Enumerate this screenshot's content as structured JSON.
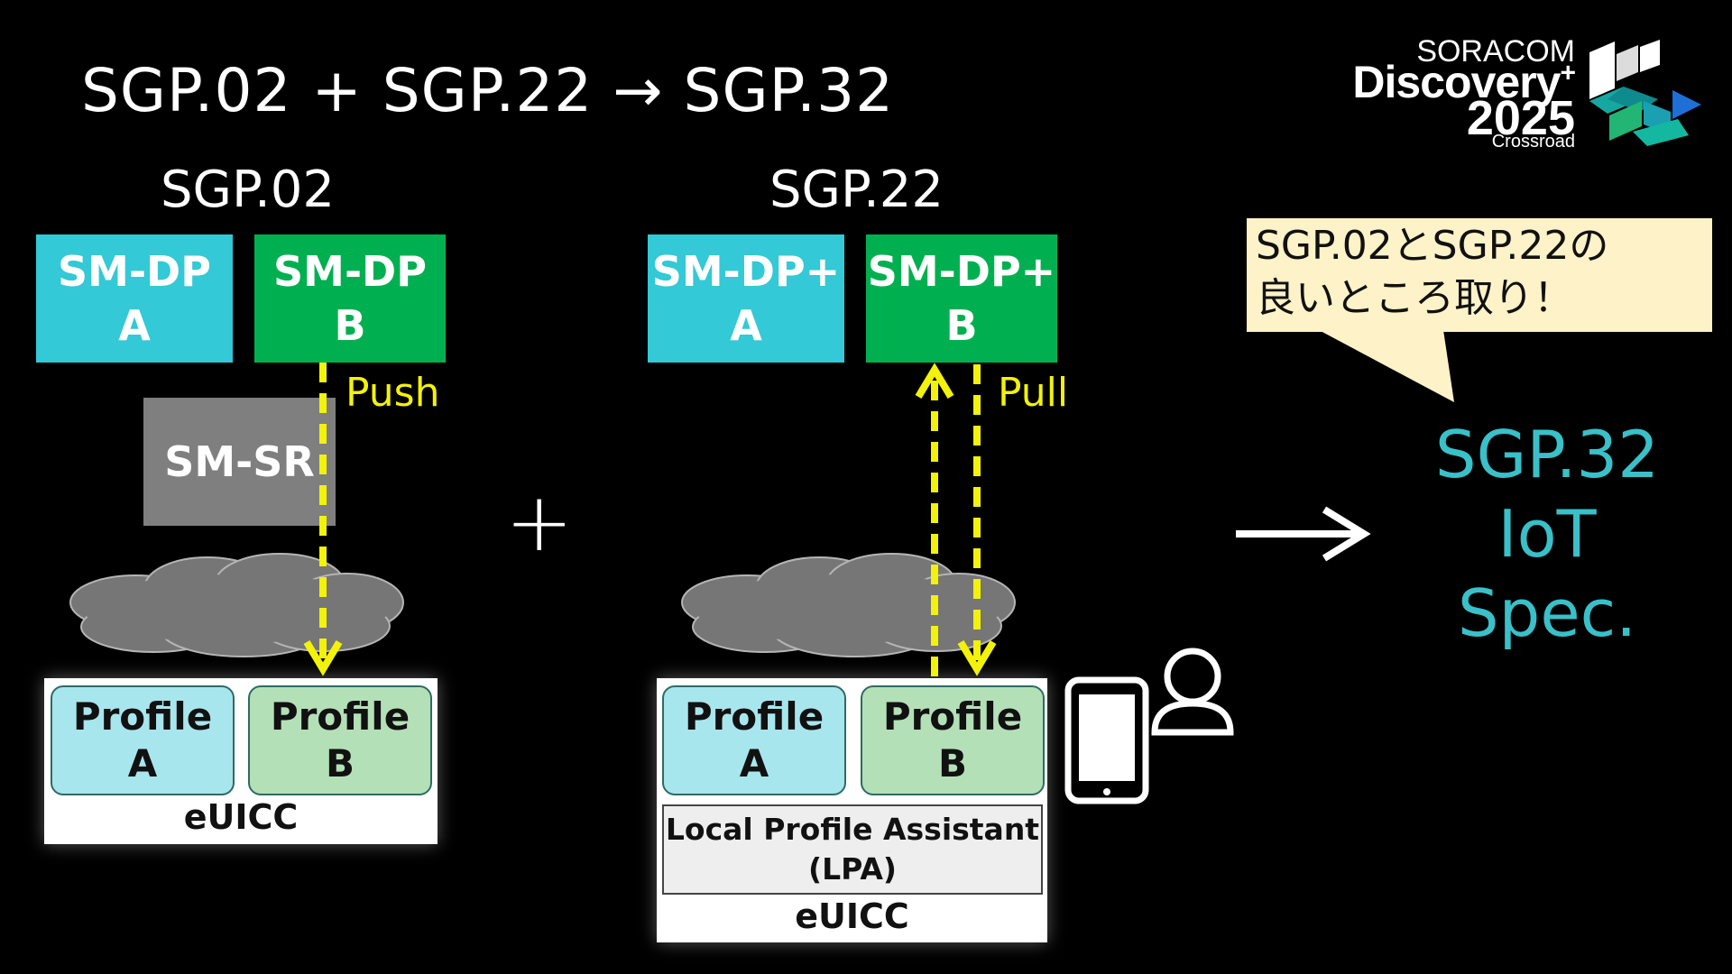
{
  "title": "SGP.02 + SGP.22 → SGP.32",
  "left_section": {
    "label": "SGP.02",
    "server_a": [
      "SM-DP",
      "A"
    ],
    "server_b": [
      "SM-DP",
      "B"
    ],
    "sm_sr": "SM-SR",
    "push_label": "Push",
    "profile_a": [
      "Profile",
      "A"
    ],
    "profile_b": [
      "Profile",
      "B"
    ],
    "euicc_label": "eUICC"
  },
  "plus": "+",
  "right_section": {
    "label": "SGP.22",
    "server_a": [
      "SM-DP+",
      "A"
    ],
    "server_b": [
      "SM-DP+",
      "B"
    ],
    "pull_label": "Pull",
    "profile_a": [
      "Profile",
      "A"
    ],
    "profile_b": [
      "Profile",
      "B"
    ],
    "lpa": [
      "Local Profile Assistant",
      "(LPA)"
    ],
    "euicc_label": "eUICC"
  },
  "speech_bubble": [
    "SGP.02とSGP.22の",
    "良いところ取り！"
  ],
  "result": [
    "SGP.32",
    "IoT",
    "Spec."
  ],
  "logo": {
    "line1": "SORACOM",
    "line2": "Discovery",
    "plus": "+",
    "line3": "2025",
    "line4": "Crossroad"
  },
  "icons": [
    "cloud-icon",
    "smartphone-icon",
    "person-icon",
    "arrow-right-icon",
    "logo-mark-icon"
  ],
  "colors": {
    "cyan": "#33c9d6",
    "green": "#00b050",
    "grey": "#7f7f7f",
    "yellow": "#f2f20a",
    "result_text": "#39c0c8"
  }
}
